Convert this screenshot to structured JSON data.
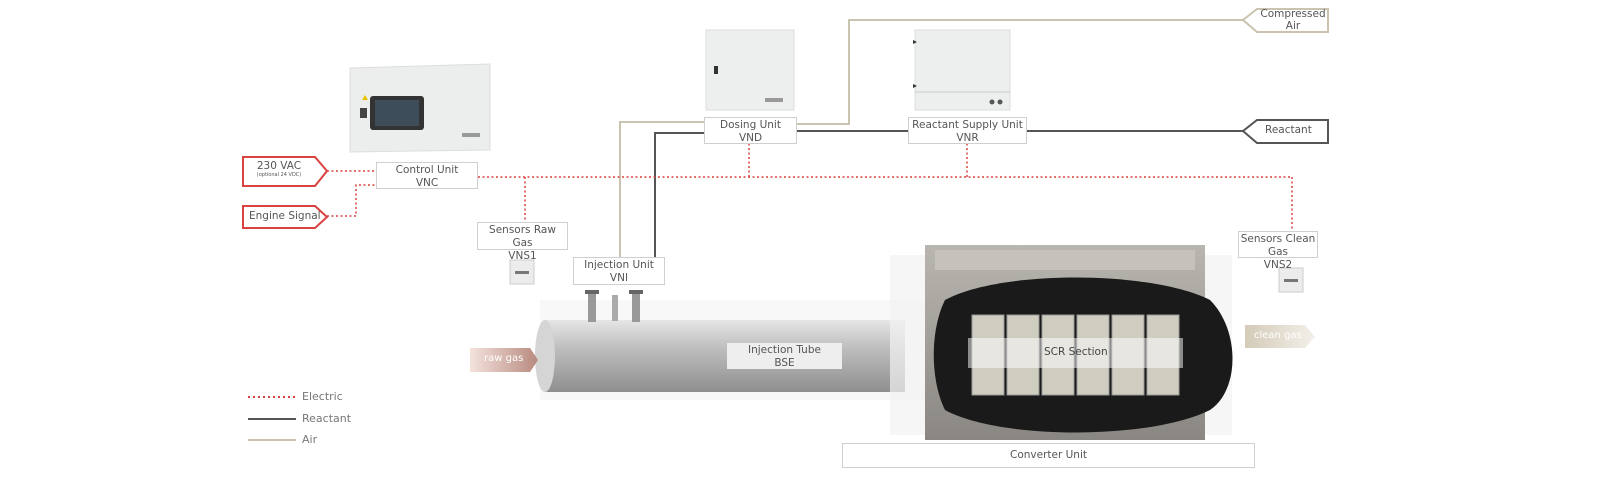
{
  "inputs": {
    "power": {
      "label": "230 VAC",
      "sublabel": "(optional 24 VDC)"
    },
    "engine_signal": {
      "label": "Engine Signal"
    },
    "compressed_air": {
      "line1": "Compressed",
      "line2": "Air"
    },
    "reactant": {
      "label": "Reactant"
    }
  },
  "units": {
    "control": {
      "name": "Control Unit",
      "code": "VNC"
    },
    "dosing": {
      "name": "Dosing Unit",
      "code": "VND"
    },
    "reactant_supply": {
      "name": "Reactant Supply Unit",
      "code": "VNR"
    },
    "sensors_raw": {
      "name": "Sensors Raw Gas",
      "code": "VNS1"
    },
    "injection": {
      "name": "Injection Unit",
      "code": "VNI"
    },
    "sensors_clean": {
      "name": "Sensors Clean Gas",
      "code": "VNS2"
    },
    "injection_tube": {
      "name": "Injection Tube",
      "code": "BSE"
    },
    "scr": {
      "name": "SCR Section"
    },
    "converter": {
      "name": "Converter Unit"
    }
  },
  "flow": {
    "raw_gas": "raw gas",
    "clean_gas": "clean gas"
  },
  "legend": [
    {
      "label": "Electric",
      "color": "#d9423f"
    },
    {
      "label": "Reactant",
      "color": "#555555"
    },
    {
      "label": "Air",
      "color": "#c9c3b0"
    }
  ]
}
